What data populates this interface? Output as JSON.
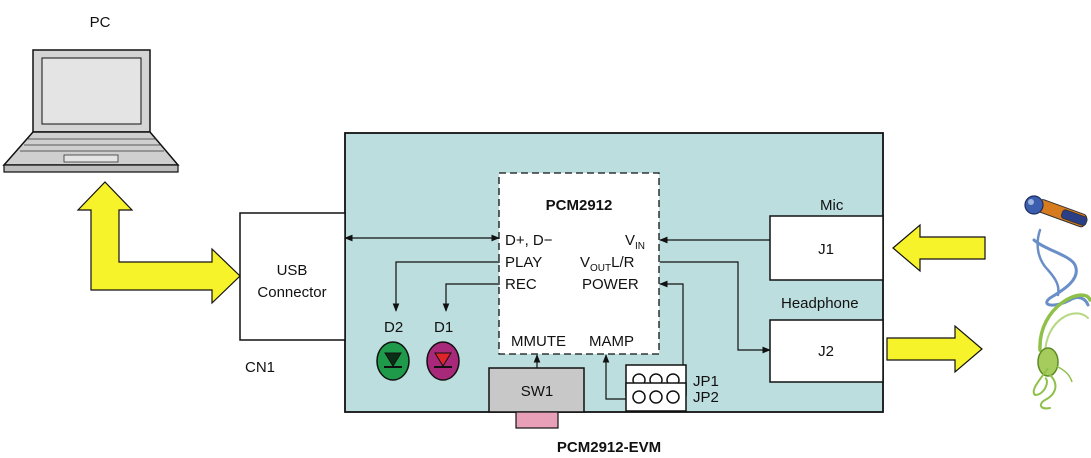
{
  "labels": {
    "pc": "PC",
    "usb_line1": "USB",
    "usb_line2": "Connector",
    "cn1": "CN1",
    "chip": "PCM2912",
    "d_plus_minus": "D+, D−",
    "play": "PLAY",
    "rec": "REC",
    "v": "V",
    "in_sub": "IN",
    "out_sub": "OUT",
    "lr": "L/R",
    "power": "POWER",
    "mmute": "MMUTE",
    "mamp": "MAMP",
    "mic": "Mic",
    "j1": "J1",
    "headphone": "Headphone",
    "j2": "J2",
    "jp1": "JP1",
    "jp2": "JP2",
    "d2": "D2",
    "d1": "D1",
    "sw1": "SW1",
    "board": "PCM2912-EVM",
    "jumper_pins": "OOO"
  },
  "colors": {
    "board_fill": "#bcdede",
    "arrow_fill": "#f7f32a",
    "led_d2": "#1f9a4a",
    "led_d1": "#a8287a",
    "led_d1_triangle": "#e0252a",
    "switch_fill": "#c8c8c8",
    "switch_actuator": "#e8a0b8",
    "line": "#111111"
  },
  "icons": {
    "pc": "laptop-icon",
    "mic": "microphone-icon",
    "headphone": "headset-icon"
  }
}
